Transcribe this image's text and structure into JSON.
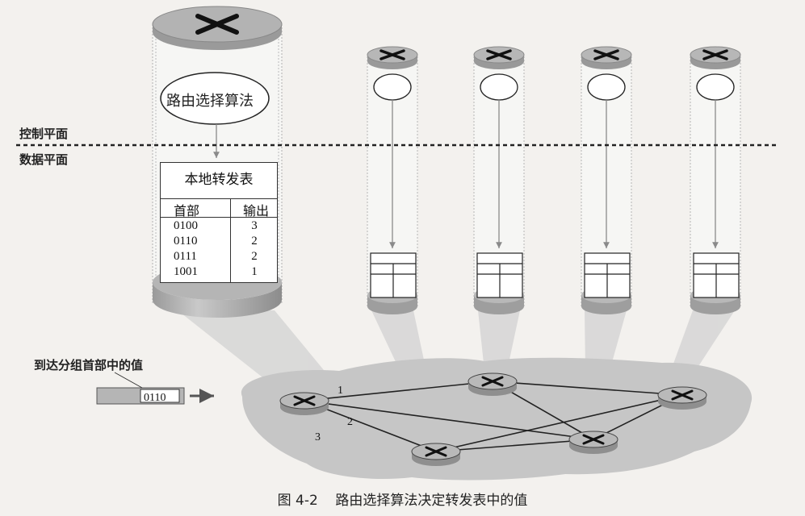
{
  "labels": {
    "control_plane": "控制平面",
    "data_plane": "数据平面",
    "algorithm": "路由选择算法",
    "header_value_label": "到达分组首部中的值",
    "packet_header": "0110",
    "caption": "图 4-2    路由选择算法决定转发表中的值"
  },
  "forwarding_table": {
    "title": "本地转发表",
    "col_header": "首部",
    "col_output": "输出",
    "rows": [
      {
        "header": "0100",
        "output": "3"
      },
      {
        "header": "0110",
        "output": "2"
      },
      {
        "header": "0111",
        "output": "2"
      },
      {
        "header": "1001",
        "output": "1"
      }
    ]
  },
  "link_labels": [
    "1",
    "2",
    "3"
  ],
  "colors": {
    "cloud": "#c6c6c6",
    "router": "#a3a3a3",
    "router_top": "#b9b9b9",
    "arrow": "#8a8a8a",
    "divider": "#222222"
  }
}
